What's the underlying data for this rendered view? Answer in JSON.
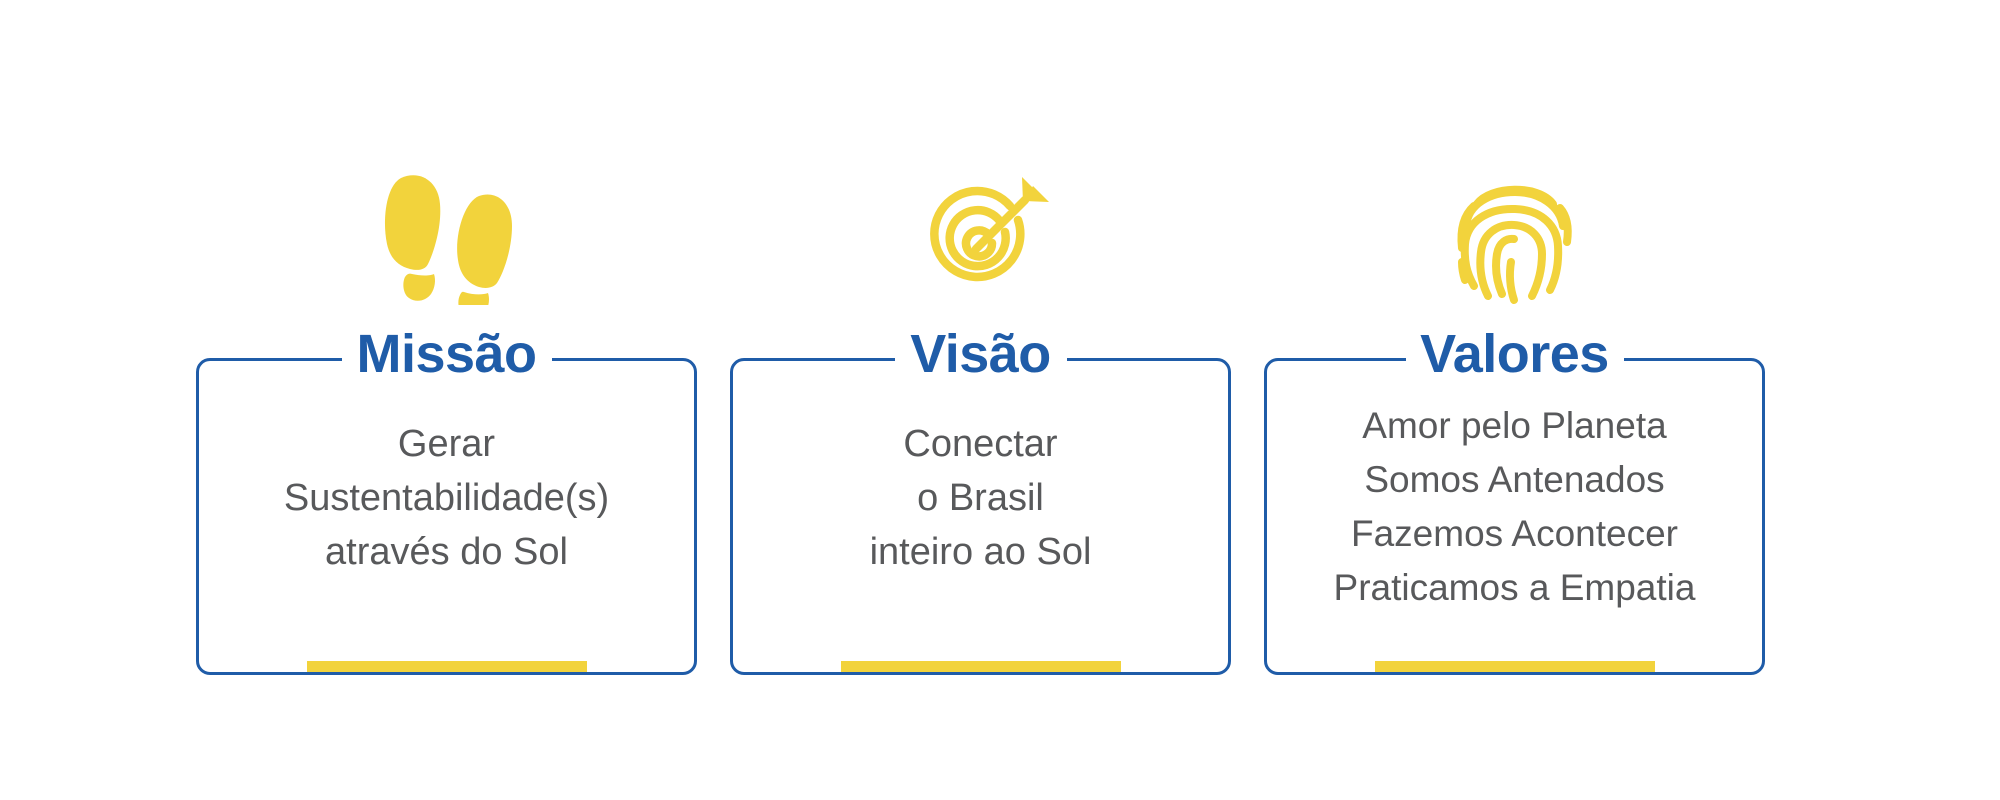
{
  "page": {
    "background_color": "#ffffff",
    "accent_blue": "#1f5ca8",
    "accent_yellow": "#F2D33C",
    "body_text_color": "#58595b"
  },
  "cards": [
    {
      "id": "missao",
      "icon": "footprints-icon",
      "title": "Missão",
      "title_gap_width": 210,
      "body": "Gerar\nSustentabilidade(s)\natravés do Sol"
    },
    {
      "id": "visao",
      "icon": "target-arrow-icon",
      "title": "Visão",
      "title_gap_width": 170,
      "body": "Conectar\no Brasil\ninteiro ao Sol"
    },
    {
      "id": "valores",
      "icon": "fingerprint-icon",
      "title": "Valores",
      "title_gap_width": 215,
      "body": "Amor pelo Planeta\nSomos Antenados\nFazemos Acontecer\nPraticamos a Empatia"
    }
  ]
}
